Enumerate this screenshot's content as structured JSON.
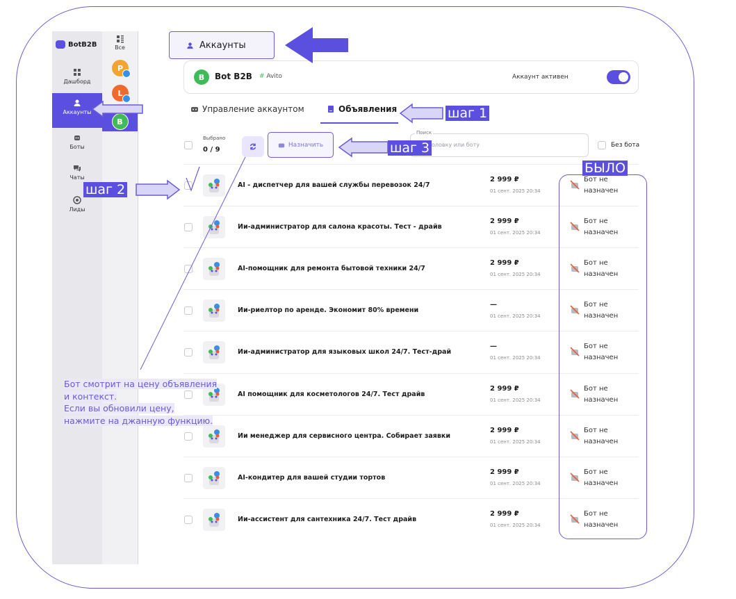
{
  "app": {
    "brand": "BotB2B"
  },
  "nav": {
    "items": [
      {
        "label": "Дашборд"
      },
      {
        "label": "Аккаунты"
      },
      {
        "label": "Боты"
      },
      {
        "label": "Чаты"
      },
      {
        "label": "Лиды"
      }
    ]
  },
  "accounts_panel": {
    "all_label": "Все",
    "avatars": [
      "P",
      "L",
      "B"
    ]
  },
  "page": {
    "title": "Аккаунты"
  },
  "account": {
    "avatar": "B",
    "name": "Bot B2B",
    "source": "Avito",
    "status_label": "Аккаунт активен",
    "active": true
  },
  "tabs": [
    {
      "label": "Управление аккаунтом"
    },
    {
      "label": "Объявления"
    }
  ],
  "toolbar": {
    "selected_label": "Выбрано",
    "selected_count": "0 / 9",
    "assign_label": "Назначить",
    "search_label": "Поиск",
    "search_placeholder": "оловку или боту",
    "no_bot_label": "Без бота",
    "search_prefix": "ит"
  },
  "listings": [
    {
      "title": "AI - диспетчер для вашей службы перевозок 24/7",
      "price": "2 999 ₽",
      "date": "01 сент. 2025 20:34",
      "bot": "Бот не назначен"
    },
    {
      "title": "Ии-администратор для салона красоты. Тест - драйв",
      "price": "2 999 ₽",
      "date": "01 сент. 2025 20:34",
      "bot": "Бот не назначен"
    },
    {
      "title": "AI-помощник для ремонта бытовой техники 24/7",
      "price": "2 999 ₽",
      "date": "01 сент. 2025 20:34",
      "bot": "Бот не назначен"
    },
    {
      "title": "Ии-риелтор по аренде. Экономит 80% времени",
      "price": "—",
      "date": "01 сент. 2025 20:34",
      "bot": "Бот не назначен"
    },
    {
      "title": "Ии-администратор для языковых школ 24/7. Тест-драй",
      "price": "—",
      "date": "01 сент. 2025 20:34",
      "bot": "Бот не назначен"
    },
    {
      "title": "AI помощник для косметологов 24/7. Тест драйв",
      "price": "2 999 ₽",
      "date": "01 сент. 2025 20:34",
      "bot": "Бот не назначен"
    },
    {
      "title": "Ии менеджер для сервисного центра. Собирает заявки",
      "price": "2 999 ₽",
      "date": "01 сент. 2025 20:34",
      "bot": "Бот не назначен"
    },
    {
      "title": "AI-кондитер для вашей студии тортов",
      "price": "2 999 ₽",
      "date": "01 сент. 2025 20:34",
      "bot": "Бот не назначен"
    },
    {
      "title": "Ии-ассистент для сантехника 24/7. Тест драйв",
      "price": "2 999 ₽",
      "date": "01 сент. 2025 20:34",
      "bot": "Бот не назначен"
    }
  ],
  "annotations": {
    "step1": "шаг 1",
    "step2": "шаг 2",
    "step3": "шаг 3",
    "was": "БЫЛО",
    "note": [
      "Бот смотрит на цену объявления",
      "и контекст.",
      "Если вы обновили цену,",
      "нажмите на джанную функцию."
    ]
  },
  "colors": {
    "accent": "#5b4fe0",
    "outline": "#6b5bd6",
    "success": "#3fbb5a",
    "bot_icon": "#e0603a"
  }
}
